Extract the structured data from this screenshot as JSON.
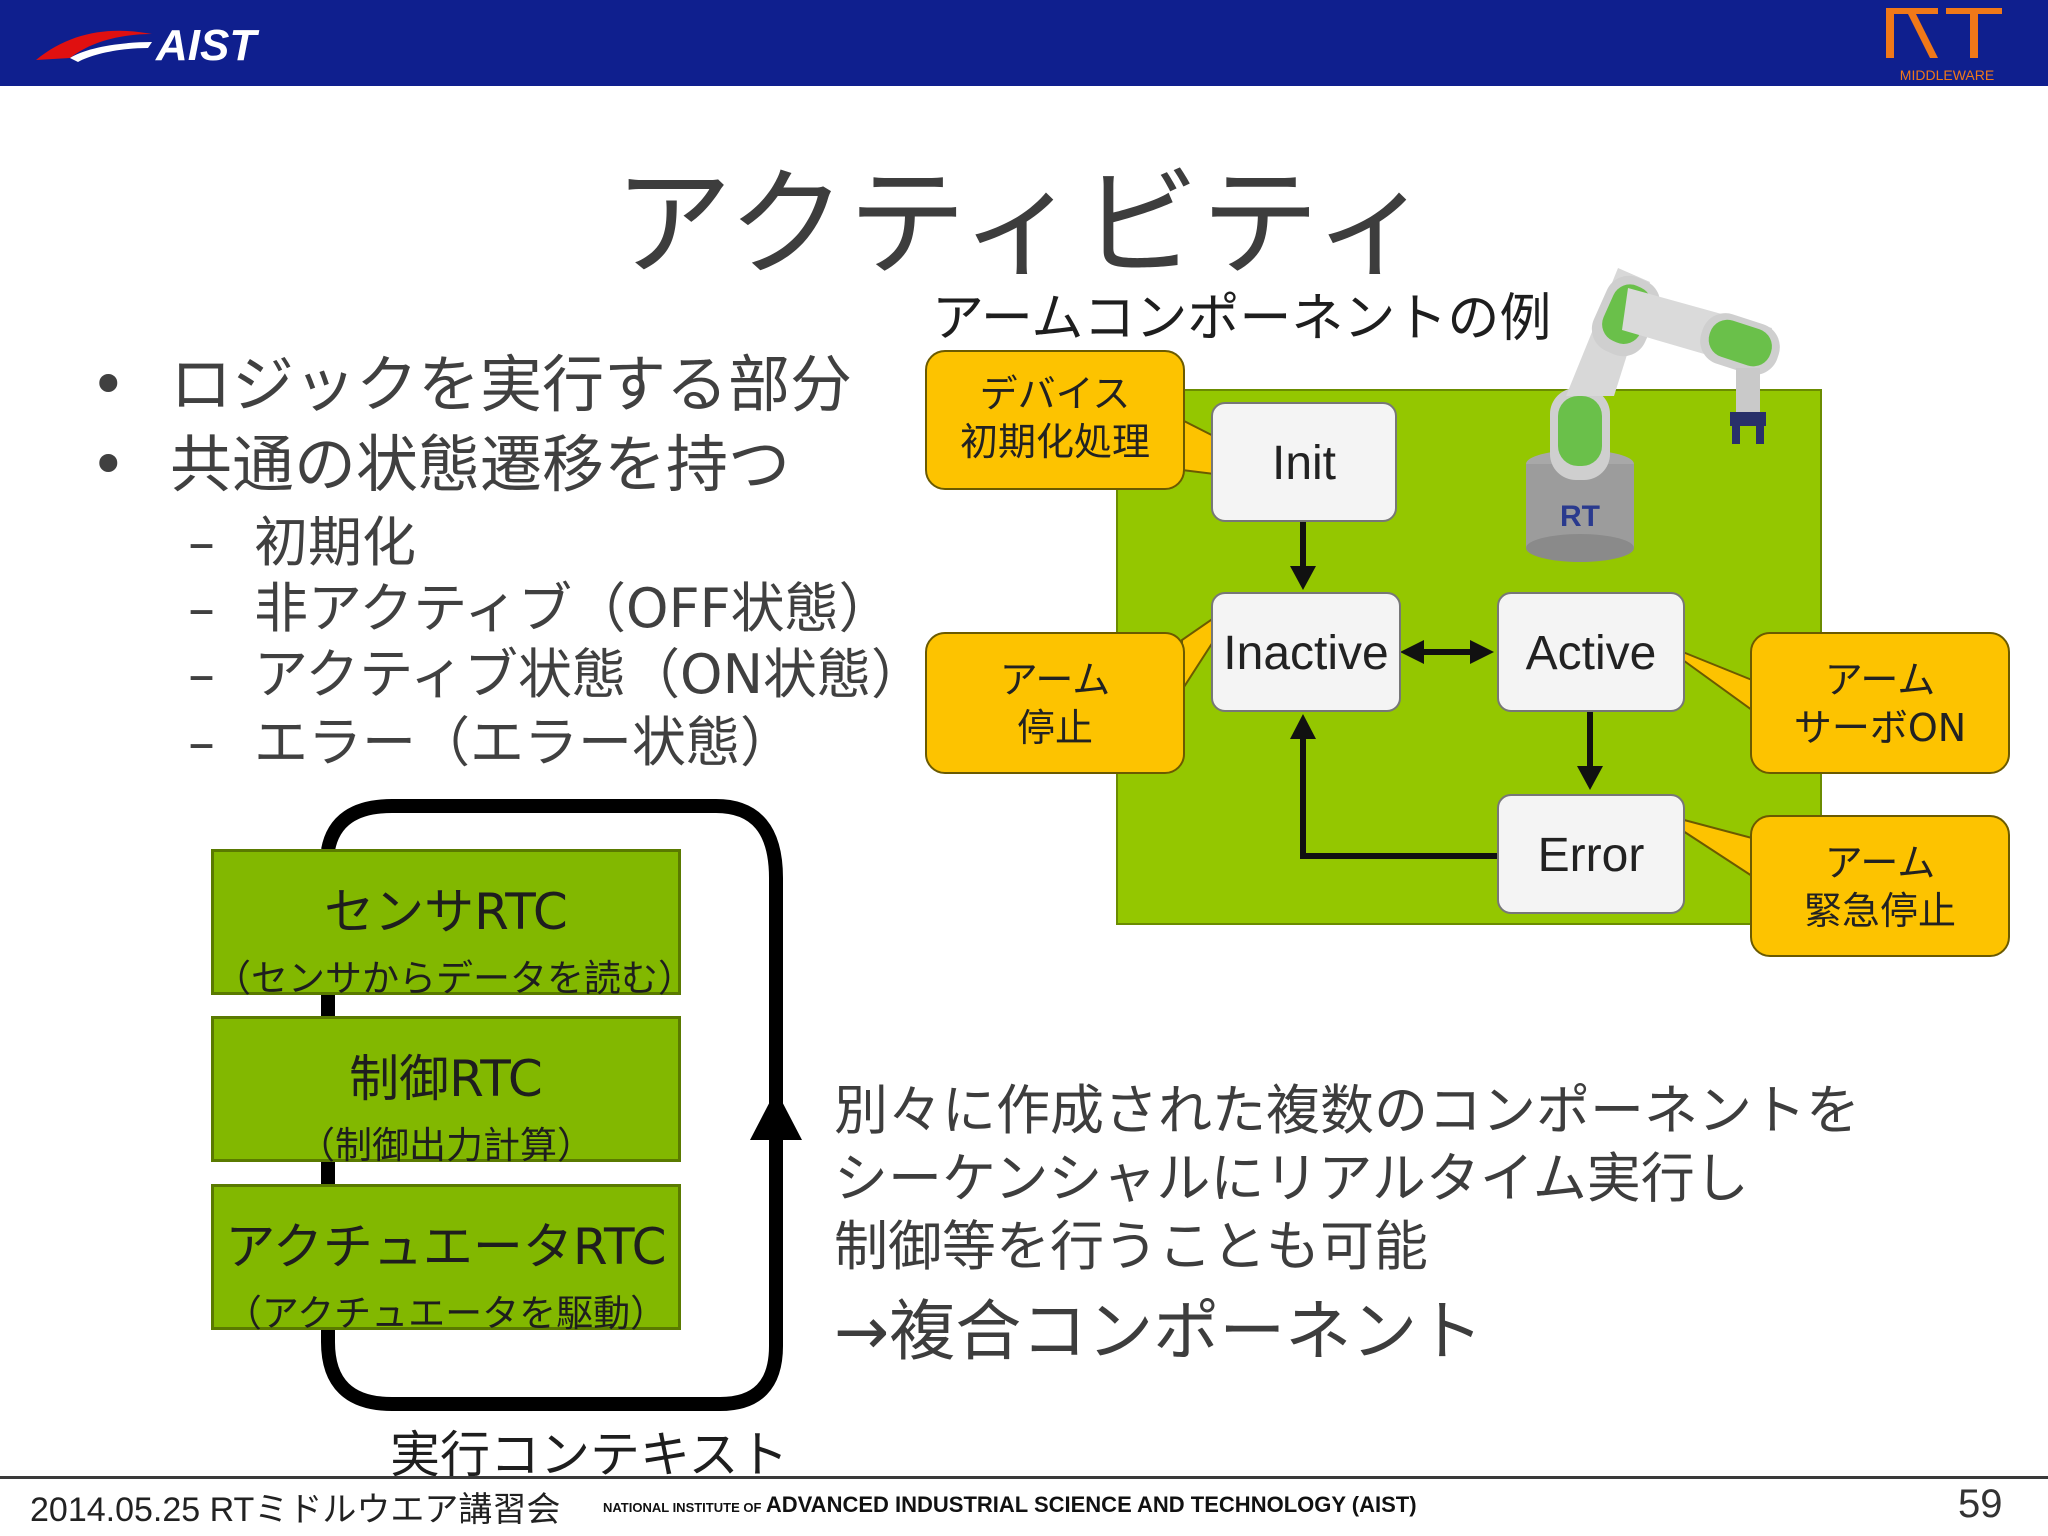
{
  "header": {
    "org_logo": "AIST",
    "rt_logo": "RT",
    "rt_logo_sub": "MIDDLEWARE",
    "bar_color": "#0f1f8e"
  },
  "title": "アクティビティ",
  "bullets": [
    "ロジックを実行する部分",
    "共通の状態遷移を持つ"
  ],
  "sub_bullets": [
    "初期化",
    "非アクティブ（OFF状態）",
    "アクティブ状態（ON状態）",
    "エラー（エラー状態）"
  ],
  "diagram": {
    "title": "アームコンポーネントの例",
    "states": {
      "init": "Init",
      "inactive": "Inactive",
      "active": "Active",
      "error": "Error"
    },
    "callouts": {
      "init": [
        "デバイス",
        "初期化処理"
      ],
      "inactive": [
        "アーム",
        "停止"
      ],
      "active": [
        "アーム",
        "サーボON"
      ],
      "error": [
        "アーム",
        "緊急停止"
      ]
    },
    "robot_badge": "RT",
    "colors": {
      "area": "#94c700",
      "callout": "#fdc300",
      "state": "#f4f4f4"
    }
  },
  "execution": {
    "rtcs": [
      {
        "name": "センサRTC",
        "desc": "（センサからデータを読む）"
      },
      {
        "name": "制御RTC",
        "desc": "（制御出力計算）"
      },
      {
        "name": "アクチュエータRTC",
        "desc": "（アクチュエータを駆動）"
      }
    ],
    "label": "実行コンテキスト",
    "box_color": "#82b800"
  },
  "composite": {
    "lines": [
      "別々に作成された複数のコンポーネントを",
      "シーケンシャルにリアルタイム実行し",
      "制御等を行うことも可能"
    ],
    "conclusion": "→複合コンポーネント"
  },
  "footer": {
    "date": "2014.05.25 RTミドルウエア講習会",
    "org_prefix": "NATIONAL INSTITUTE OF",
    "org_name": "ADVANCED INDUSTRIAL SCIENCE AND TECHNOLOGY (AIST)",
    "page": "59"
  }
}
